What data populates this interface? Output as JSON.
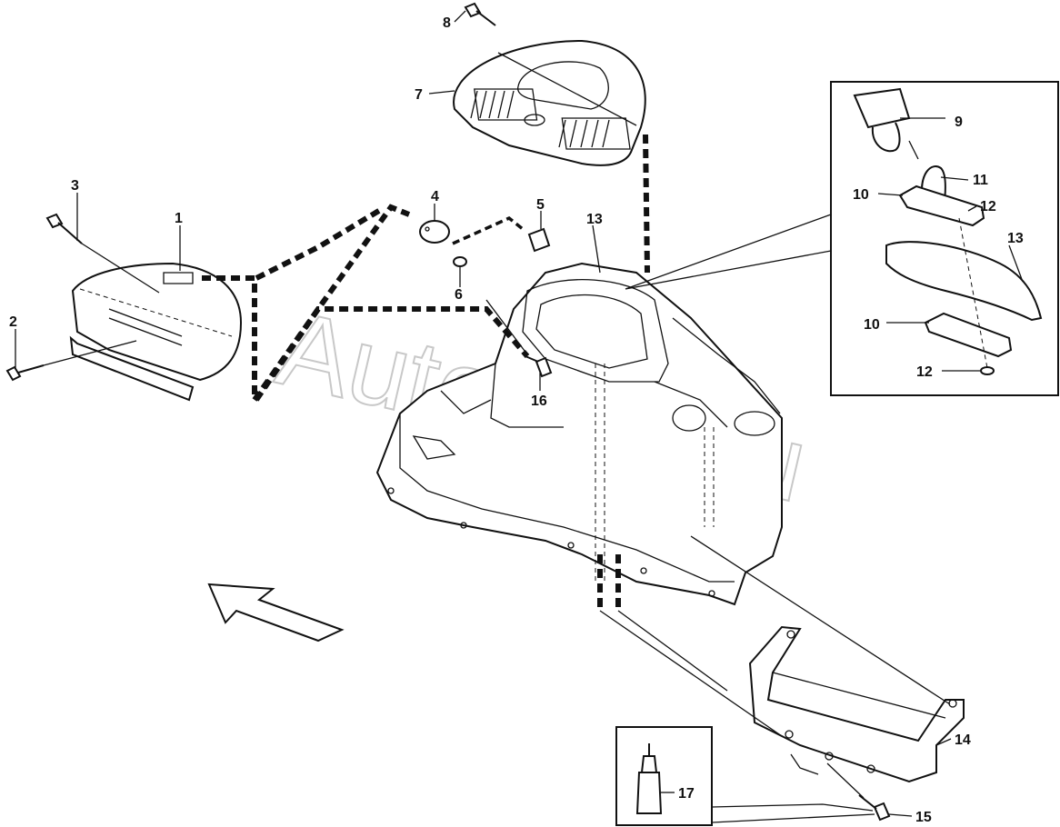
{
  "watermark": "AutoSoft.ru",
  "callouts": {
    "c1": "1",
    "c2": "2",
    "c3": "3",
    "c4": "4",
    "c5": "5",
    "c6": "6",
    "c7": "7",
    "c8": "8",
    "c9": "9",
    "c10a": "10",
    "c10b": "10",
    "c11": "11",
    "c12a": "12",
    "c12b": "12",
    "c13a": "13",
    "c13b": "13",
    "c14": "14",
    "c15": "15",
    "c16": "16",
    "c17": "17"
  },
  "colors": {
    "ink": "#111111",
    "watermark": "#c8c8c8",
    "background": "#ffffff"
  }
}
